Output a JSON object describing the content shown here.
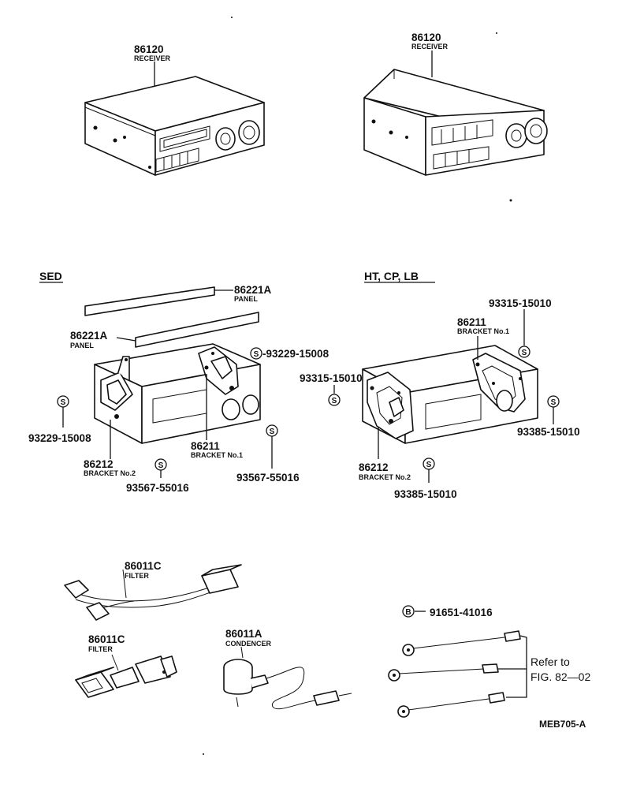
{
  "diagram_code": "MEB705-A",
  "sections": {
    "sed": "SED",
    "ht": "HT, CP, LB"
  },
  "symbols": {
    "s": "S",
    "b": "B"
  },
  "parts": {
    "receiver_left": {
      "number": "86120",
      "name": "RECEIVER"
    },
    "receiver_right": {
      "number": "86120",
      "name": "RECEIVER"
    },
    "panel_top": {
      "number": "86221A",
      "name": "PANEL"
    },
    "panel_bottom": {
      "number": "86221A",
      "name": "PANEL"
    },
    "sed_screw_top": {
      "number": "-93229-15008"
    },
    "sed_screw_left": {
      "number": "93229-15008"
    },
    "sed_bracket1": {
      "number": "86211",
      "name": "BRACKET No.1"
    },
    "sed_bracket2": {
      "number": "86212",
      "name": "BRACKET No.2"
    },
    "sed_bolt_bottom": {
      "number": "93567-55016"
    },
    "sed_bolt_right": {
      "number": "93567-55016"
    },
    "ht_screw_top": {
      "number": "93315-15010"
    },
    "ht_bracket1": {
      "number": "86211",
      "name": "BRACKET No.1"
    },
    "ht_screw_left": {
      "number": "93315-15010"
    },
    "ht_screw_right": {
      "number": "93385-15010"
    },
    "ht_bracket2": {
      "number": "86212",
      "name": "BRACKET No.2"
    },
    "ht_screw_bottom": {
      "number": "93385-15010"
    },
    "filter_top": {
      "number": "86011C",
      "name": "FILTER"
    },
    "filter_bottom": {
      "number": "86011C",
      "name": "FILTER"
    },
    "condenser": {
      "number": "86011A",
      "name": "CONDENCER"
    },
    "bolt_wire": {
      "number": "91651-41016"
    }
  },
  "reference": {
    "line1": "Refer to",
    "line2": "FIG. 82—02"
  }
}
